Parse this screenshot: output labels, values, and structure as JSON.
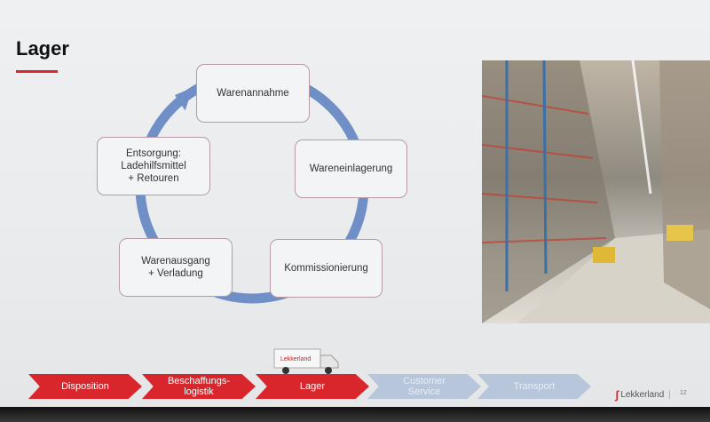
{
  "slide": {
    "title": "Lager",
    "cycle_steps": [
      {
        "label": "Warenannahme"
      },
      {
        "label": "Wareneinlagerung"
      },
      {
        "label": "Kommissionierung"
      },
      {
        "label": "Warenausgang\n+ Verladung"
      },
      {
        "label": "Entsorgung:\nLadehilfsmittel\n+ Retouren"
      }
    ],
    "process_chain": [
      {
        "label": "Disposition",
        "state": "active"
      },
      {
        "label": "Beschaffungs-\nlogistik",
        "state": "active"
      },
      {
        "label": "Lager",
        "state": "current"
      },
      {
        "label": "Customer\nService",
        "state": "inactive"
      },
      {
        "label": "Transport",
        "state": "inactive"
      }
    ],
    "truck_brand": "Lekkerland",
    "logo_text": "Lekkerland",
    "page_number": "12"
  },
  "colors": {
    "accent": "#d9262c",
    "arrow": "#6f8fc6",
    "inactive": "#b7c6da"
  }
}
